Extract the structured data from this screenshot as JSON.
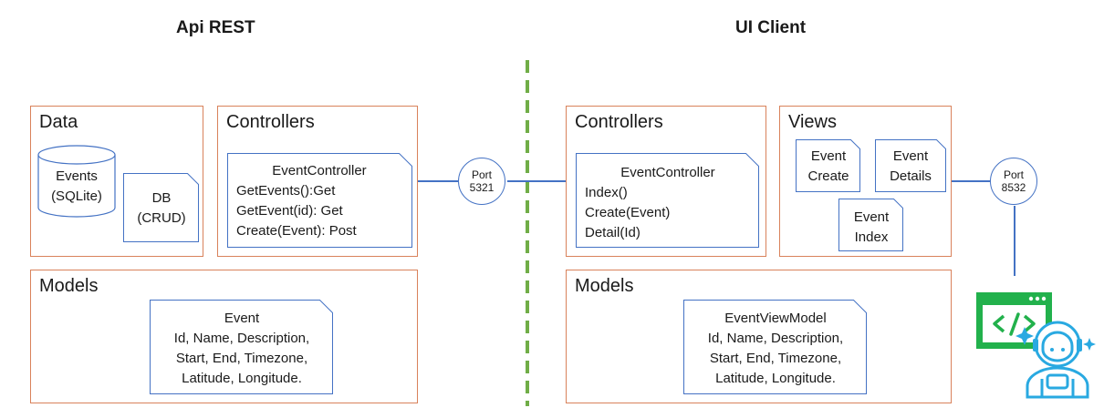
{
  "headings": {
    "api": "Api REST",
    "ui": "UI Client"
  },
  "api": {
    "data": {
      "title": "Data",
      "db_cylinder": [
        "Events",
        "(SQLite)"
      ],
      "db_doc": [
        "DB",
        "(CRUD)"
      ]
    },
    "controllers": {
      "title": "Controllers",
      "card": {
        "name": "EventController",
        "methods": [
          "GetEvents():Get",
          "GetEvent(id): Get",
          "Create(Event): Post"
        ]
      }
    },
    "models": {
      "title": "Models",
      "card": {
        "name": "Event",
        "lines": [
          "Id, Name, Description,",
          "Start, End, Timezone,",
          "Latitude, Longitude."
        ]
      }
    },
    "port": {
      "label": "Port",
      "number": "5321"
    }
  },
  "ui": {
    "controllers": {
      "title": "Controllers",
      "card": {
        "name": "EventController",
        "methods": [
          "Index()",
          "Create(Event)",
          "Detail(Id)"
        ]
      }
    },
    "views": {
      "title": "Views",
      "create": [
        "Event",
        "Create"
      ],
      "details": [
        "Event",
        "Details"
      ],
      "index": [
        "Event",
        "Index"
      ]
    },
    "models": {
      "title": "Models",
      "card": {
        "name": "EventViewModel",
        "lines": [
          "Id, Name, Description,",
          "Start, End, Timezone,",
          "Latitude, Longitude."
        ]
      }
    },
    "port": {
      "label": "Port",
      "number": "8532"
    }
  },
  "colors": {
    "box_border": "#d9825b",
    "card_border": "#4472c4",
    "divider": "#70ad47",
    "icon_green": "#22b14c",
    "icon_blue": "#29a9e1"
  },
  "icons": {
    "developer": "developer-with-code-window-icon",
    "database": "database-cylinder-icon"
  }
}
